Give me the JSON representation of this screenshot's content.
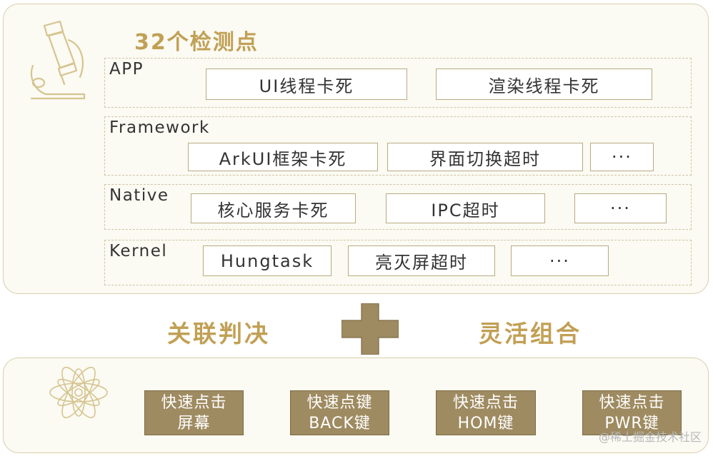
{
  "top_title": "32个检测点",
  "layers": [
    {
      "label": "APP",
      "boxes": [
        "UI线程卡死",
        "渲染线程卡死"
      ]
    },
    {
      "label": "Framework",
      "boxes": [
        "ArkUI框架卡死",
        "界面切换超时",
        "···"
      ]
    },
    {
      "label": "Native",
      "boxes": [
        "核心服务卡死",
        "IPC超时",
        "···"
      ]
    },
    {
      "label": "Kernel",
      "boxes": [
        "Hungtask",
        "亮灭屏超时",
        "···"
      ]
    }
  ],
  "middle": {
    "left": "关联判决",
    "right": "灵活组合"
  },
  "actions": [
    {
      "line1": "快速点击",
      "line2": "屏幕"
    },
    {
      "line1": "快速点键",
      "line2": "BACK键"
    },
    {
      "line1": "快速点击",
      "line2": "HOM键"
    },
    {
      "line1": "快速点击",
      "line2": "PWR键"
    }
  ],
  "watermark": "@稀土掘金技术社区",
  "icons": {
    "top": "microscope-icon",
    "bottom": "atom-icon",
    "middle": "plus-icon"
  },
  "colors": {
    "gold": "#c1a055",
    "action_fill": "#9f8b61",
    "border": "#d8cfa9"
  }
}
